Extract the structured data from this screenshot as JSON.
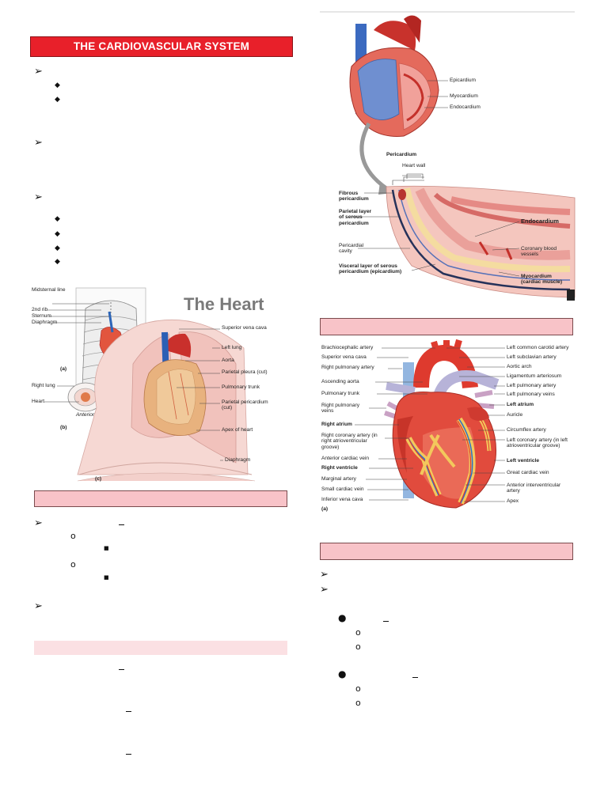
{
  "doc": {
    "title": "THE CARDIOVASCULAR SYSTEM"
  },
  "glyphs": {
    "arrow": "➢",
    "diamond": "◆",
    "circle": "o",
    "square": "■",
    "dot": "●"
  },
  "fig1": {
    "heading": "The Heart",
    "labels_left": [
      "Midsternal line",
      "2nd rib",
      "Sternum",
      "Diaphragm"
    ],
    "panel_a": "(a)",
    "panel_b": "(b)",
    "panel_c": "(c)",
    "right_lung": "Right lung",
    "heart": "Heart",
    "anterior": "Anterior",
    "labels_right": [
      "Superior vena cava",
      "Left lung",
      "Aorta",
      "Parietal pleura (cut)",
      "Pulmonary trunk",
      "Parietal pericardium (cut)",
      "Apex of heart",
      "Diaphragm"
    ]
  },
  "fig2": {
    "labels_top": [
      "Epicardium",
      "Myocardium",
      "Endocardium"
    ],
    "pericardium": "Pericardium",
    "heart_wall": "Heart wall",
    "labels_left": [
      "Fibrous pericardium",
      "Parietal layer of serous pericardium",
      "Pericardial cavity",
      "Visceral layer of serous pericardium (epicardium)"
    ],
    "labels_right": [
      "Endocardium",
      "Coronary blood vessels",
      "Myocardium (cardiac muscle)"
    ]
  },
  "fig3": {
    "panel_a": "(a)",
    "labels_left": [
      "Brachiocephalic artery",
      "Superior vena cava",
      "Right pulmonary artery",
      "Ascending aorta",
      "Pulmonary trunk",
      "Right pulmonary veins",
      "Right atrium",
      "Right coronary artery (in right atrioventricular groove)",
      "Anterior cardiac vein",
      "Right ventricle",
      "Marginal artery",
      "Small cardiac vein",
      "Inferior vena cava"
    ],
    "labels_right": [
      "Left common carotid artery",
      "Left subclavian artery",
      "Aortic arch",
      "Ligamentum arteriosum",
      "Left pulmonary artery",
      "Left pulmonary veins",
      "Left atrium",
      "Auricle",
      "Circumflex artery",
      "Left coronary artery (in left atrioventricular groove)",
      "Left ventricle",
      "Great cardiac vein",
      "Anterior interventricular artery",
      "Apex"
    ]
  },
  "colors": {
    "title_red": "#e8202a",
    "bar_pink": "#f8c3c8",
    "bar_light": "#fbe0e3",
    "heart_red": "#d9342b",
    "vein_blue": "#3f6fc0",
    "lung_pink": "#f4c9c5"
  }
}
